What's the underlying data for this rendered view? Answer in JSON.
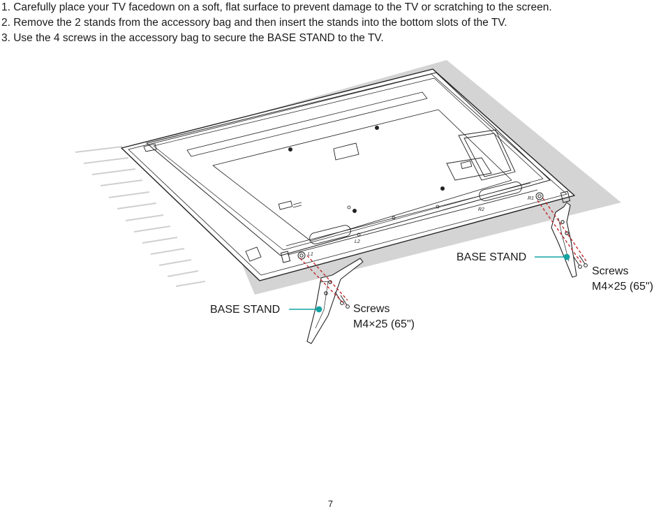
{
  "instructions": {
    "steps": [
      "1. Carefully place your TV facedown on a soft, flat surface to prevent damage to the TV or scratching to the screen.",
      "2. Remove the 2 stands from the accessory bag and then insert the stands into the bottom slots of the TV.",
      "3. Use the 4 screws in the accessory bag to secure the BASE STAND to the TV."
    ]
  },
  "illustration": {
    "slot_labels": {
      "left_1": "L1",
      "left_2": "L2",
      "right_1": "R1",
      "right_2": "R2"
    },
    "left_callouts": {
      "base_stand": "BASE STAND",
      "screws": "Screws",
      "screw_spec": "M4×25 (65\")"
    },
    "right_callouts": {
      "base_stand": "BASE STAND",
      "screws": "Screws",
      "screw_spec": "M4×25 (65\")"
    },
    "colors": {
      "callout_leader": "#14a3a3",
      "screw_guide": "#c0282c",
      "surface": "#d4d4d4",
      "outline": "#222222"
    }
  },
  "footer": {
    "page_number": "7"
  }
}
